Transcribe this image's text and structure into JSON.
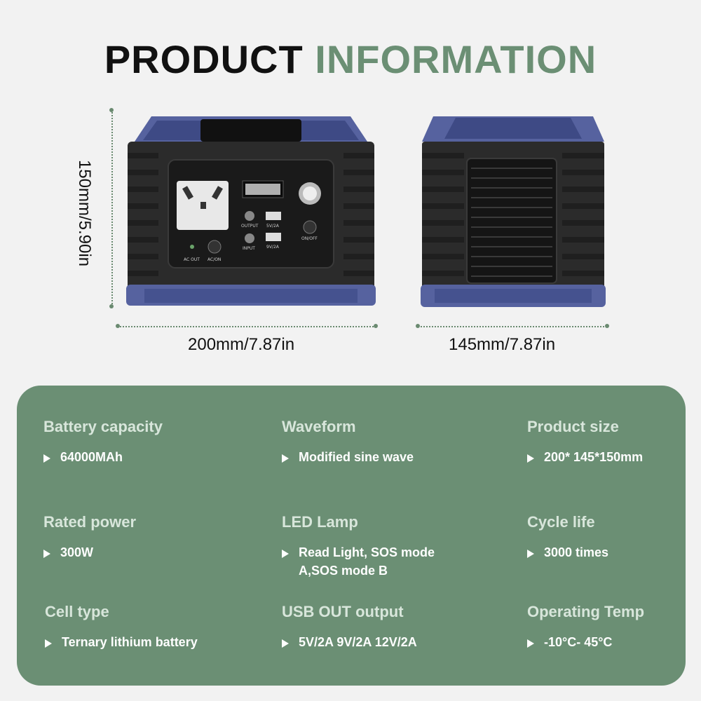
{
  "title": {
    "word1": "PRODUCT",
    "word2": "INFORMATION"
  },
  "dimensions": {
    "height": "150mm/5.90in",
    "front_width": "200mm/7.87in",
    "side_width": "145mm/7.87in"
  },
  "device_labels": {
    "output": "OUTPUT",
    "input": "INPUT",
    "usb1": "5V/2A",
    "usb2": "9V/2A",
    "onoff": "ON/OFF",
    "acout": "AC OUT",
    "acon": "AC/ON"
  },
  "specs": [
    {
      "head": "Battery capacity",
      "lines": [
        "64000MAh"
      ]
    },
    {
      "head": "Waveform",
      "lines": [
        "Modified sine wave"
      ]
    },
    {
      "head": "Product size",
      "lines": [
        "200* 145*150mm"
      ]
    },
    {
      "head": "Rated power",
      "lines": [
        "300W"
      ]
    },
    {
      "head": "LED Lamp",
      "lines": [
        "Read Light, SOS mode",
        "A,SOS mode B"
      ]
    },
    {
      "head": "Cycle life",
      "lines": [
        "3000 times"
      ]
    },
    {
      "head": "Cell type",
      "lines": [
        "Ternary lithium battery"
      ]
    },
    {
      "head": "USB OUT output",
      "lines": [
        "5V/2A 9V/2A 12V/2A"
      ]
    },
    {
      "head": "Operating Temp",
      "lines": [
        "-10°C- 45°C"
      ]
    }
  ],
  "colors": {
    "accent": "#6b8f74",
    "body": "#2a2a2a",
    "trim": "#4f5fa8"
  }
}
